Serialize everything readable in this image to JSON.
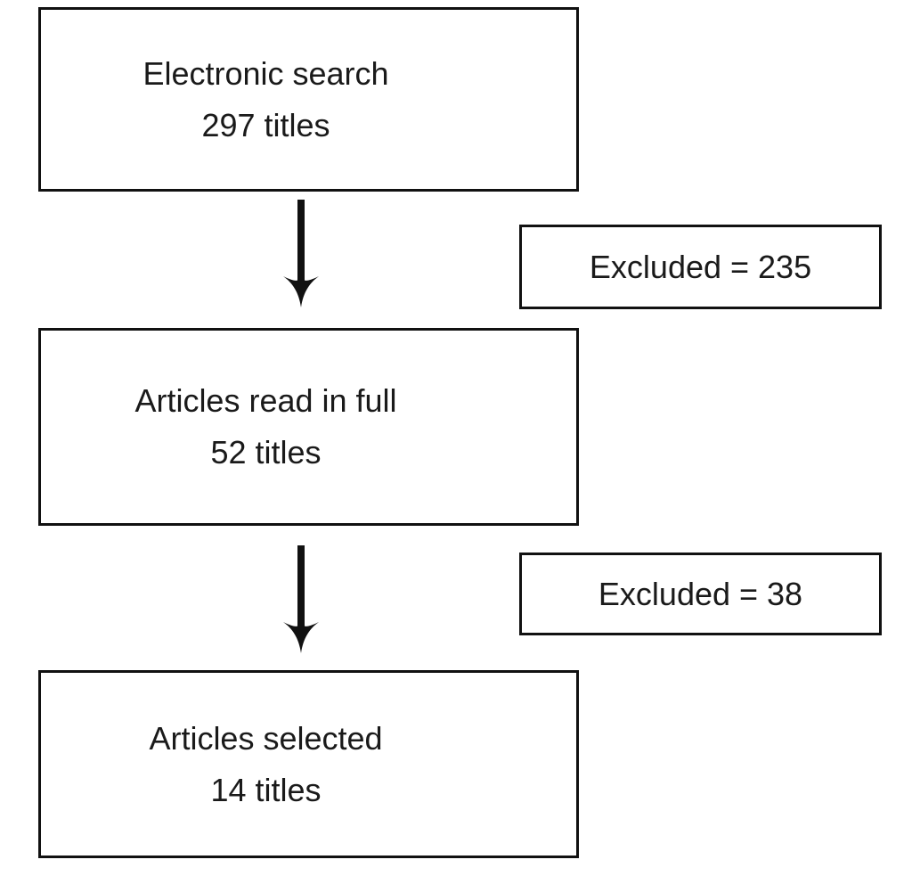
{
  "diagram": {
    "main_boxes": [
      {
        "line1": "Electronic search",
        "line2": "297 titles"
      },
      {
        "line1": "Articles read in full",
        "line2": "52 titles"
      },
      {
        "line1": "Articles selected",
        "line2": "14 titles"
      }
    ],
    "side_boxes": [
      {
        "label": "Excluded = 235"
      },
      {
        "label": "Excluded = 38"
      }
    ],
    "colors": {
      "line": "#111111",
      "text": "#1a1a1a",
      "background": "#ffffff"
    }
  }
}
